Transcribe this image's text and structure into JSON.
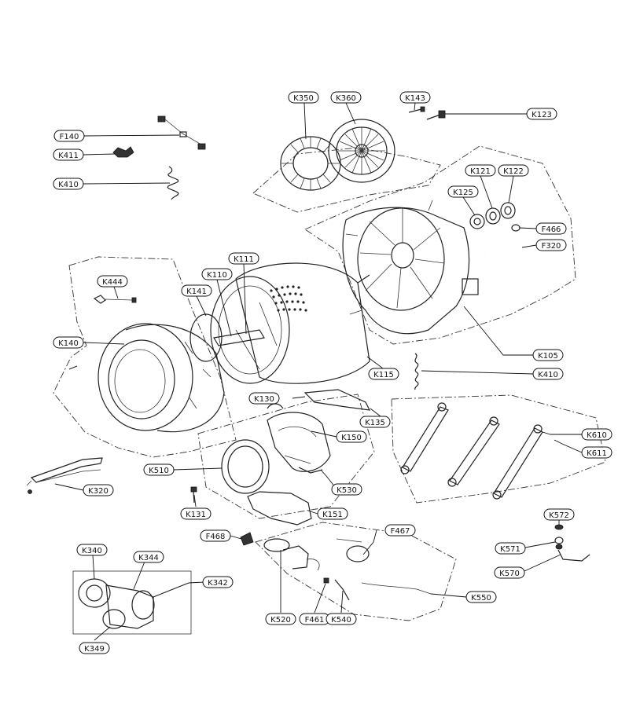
{
  "labels": {
    "K350": "K350",
    "K360": "K360",
    "K143": "K143",
    "K123": "K123",
    "F140": "F140",
    "K411": "K411",
    "K410_top": "K410",
    "K121": "K121",
    "K122": "K122",
    "K125": "K125",
    "F466": "F466",
    "F320": "F320",
    "K111": "K111",
    "K110": "K110",
    "K141": "K141",
    "K444": "K444",
    "K140": "K140",
    "K105": "K105",
    "K410_right": "K410",
    "K115": "K115",
    "K130": "K130",
    "K135": "K135",
    "K150": "K150",
    "K610": "K610",
    "K611": "K611",
    "K510": "K510",
    "K530": "K530",
    "K320": "K320",
    "K131": "K131",
    "K151": "K151",
    "F468": "F468",
    "F467": "F467",
    "K572": "K572",
    "K571": "K571",
    "K570": "K570",
    "K340": "K340",
    "K344": "K344",
    "K342": "K342",
    "K349": "K349",
    "K520": "K520",
    "F461": "F461",
    "K540": "K540",
    "K550": "K550"
  }
}
